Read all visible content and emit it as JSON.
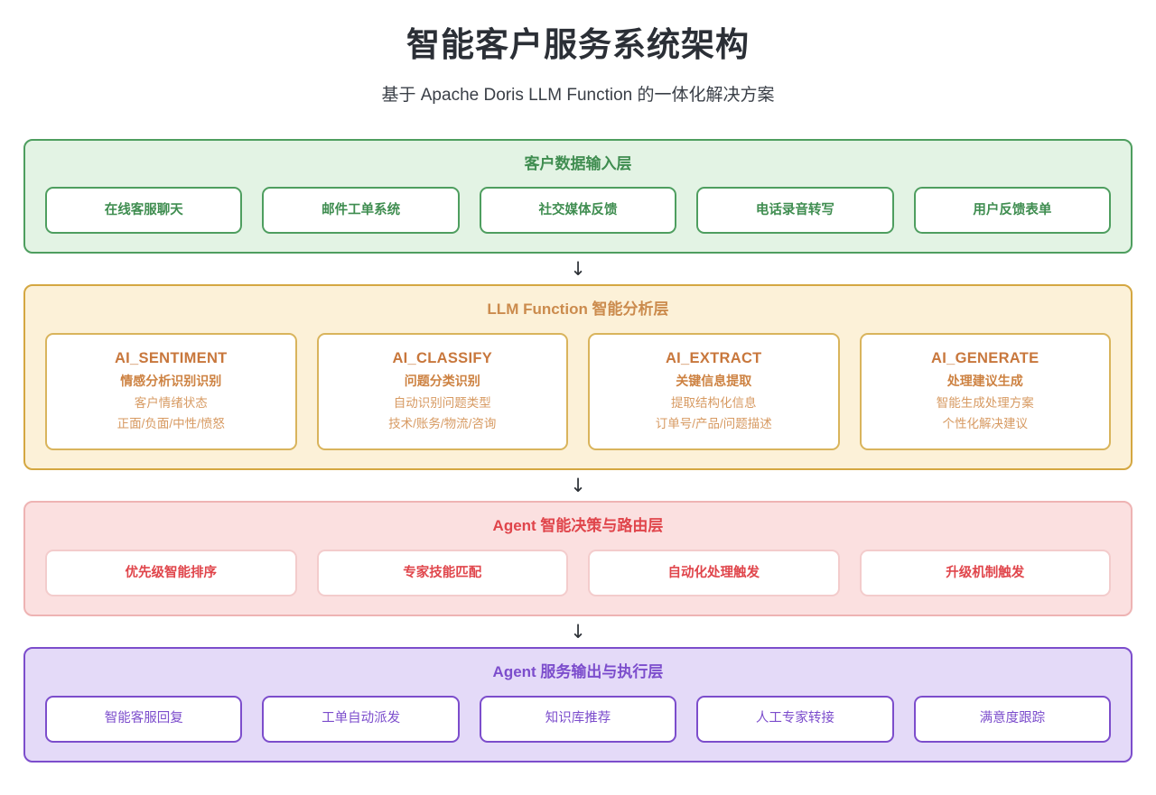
{
  "header": {
    "title": "智能客户服务系统架构",
    "subtitle": "基于 Apache Doris LLM Function 的一体化解决方案"
  },
  "connector": {
    "glyph": "↓",
    "icon_name": "arrow-down-icon"
  },
  "colors": {
    "green_border": "#4e9e5f",
    "green_bg": "#e3f3e4",
    "green_text": "#3f8d50",
    "orange_border": "#d4a741",
    "orange_bg": "#fcf1d8",
    "orange_title": "#cb8b4d",
    "orange_fn_name": "#c8773c",
    "orange_fn_detail": "#d79a62",
    "red_border": "#eeb3b3",
    "red_bg": "#fbe0e0",
    "red_text": "#e0454b",
    "purple_border": "#7c4dcc",
    "purple_bg": "#e4daf8",
    "purple_text": "#7c4dcc",
    "card_bg": "#ffffff",
    "heading_text": "#2b2f36"
  },
  "layers": [
    {
      "id": "input-layer",
      "theme": "green",
      "title": "客户数据输入层",
      "card_style": "simple",
      "cards": [
        {
          "label": "在线客服聊天"
        },
        {
          "label": "邮件工单系统"
        },
        {
          "label": "社交媒体反馈"
        },
        {
          "label": "电话录音转写"
        },
        {
          "label": "用户反馈表单"
        }
      ]
    },
    {
      "id": "llm-function-layer",
      "theme": "orange",
      "title": "LLM Function 智能分析层",
      "card_style": "detailed",
      "cards": [
        {
          "name": "AI_SENTIMENT",
          "sub": "情感分析识别识别",
          "detail1": "客户情绪状态",
          "detail2": "正面/负面/中性/愤怒"
        },
        {
          "name": "AI_CLASSIFY",
          "sub": "问题分类识别",
          "detail1": "自动识别问题类型",
          "detail2": "技术/账务/物流/咨询"
        },
        {
          "name": "AI_EXTRACT",
          "sub": "关键信息提取",
          "detail1": "提取结构化信息",
          "detail2": "订单号/产品/问题描述"
        },
        {
          "name": "AI_GENERATE",
          "sub": "处理建议生成",
          "detail1": "智能生成处理方案",
          "detail2": "个性化解决建议"
        }
      ]
    },
    {
      "id": "agent-routing-layer",
      "theme": "red",
      "title": "Agent 智能决策与路由层",
      "card_style": "simple",
      "cards": [
        {
          "label": "优先级智能排序"
        },
        {
          "label": "专家技能匹配"
        },
        {
          "label": "自动化处理触发"
        },
        {
          "label": "升级机制触发"
        }
      ]
    },
    {
      "id": "agent-output-layer",
      "theme": "purple",
      "title": "Agent 服务输出与执行层",
      "card_style": "simple",
      "cards": [
        {
          "label": "智能客服回复"
        },
        {
          "label": "工单自动派发"
        },
        {
          "label": "知识库推荐"
        },
        {
          "label": "人工专家转接"
        },
        {
          "label": "满意度跟踪"
        }
      ]
    }
  ]
}
